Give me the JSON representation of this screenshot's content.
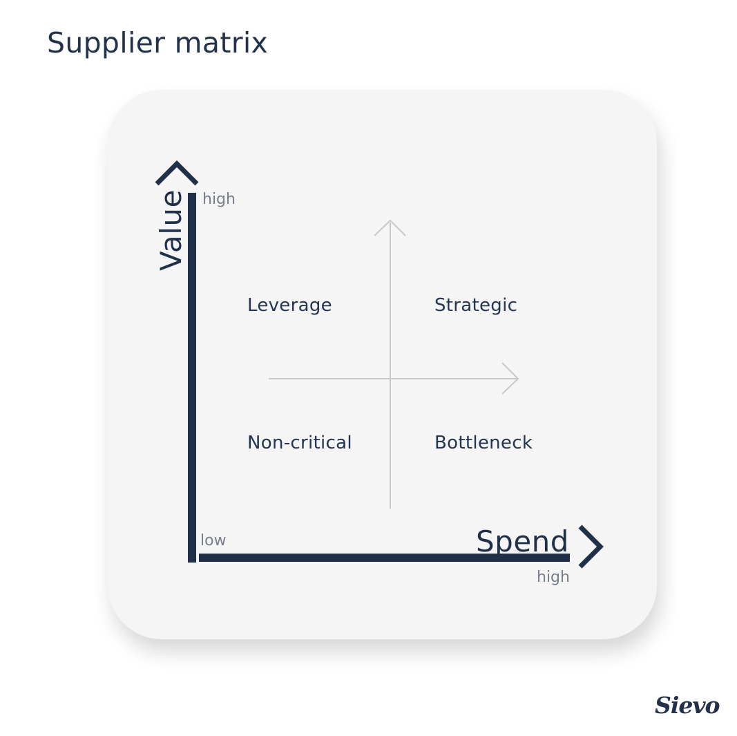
{
  "page": {
    "title": "Supplier matrix"
  },
  "axes": {
    "x_title": "Spend",
    "x_high_label": "high",
    "y_title": "Value",
    "y_high_label": "high",
    "origin_label": "low"
  },
  "quadrants": {
    "top_left": "Leverage",
    "top_right": "Strategic",
    "bottom_left": "Non-critical",
    "bottom_right": "Bottleneck"
  },
  "brand": {
    "logo_text": "Sievo"
  },
  "colors": {
    "navy": "#1f3048",
    "card_background": "#f5f5f5",
    "guide_lines": "#c8c8c8",
    "muted_text": "#777f8a"
  }
}
